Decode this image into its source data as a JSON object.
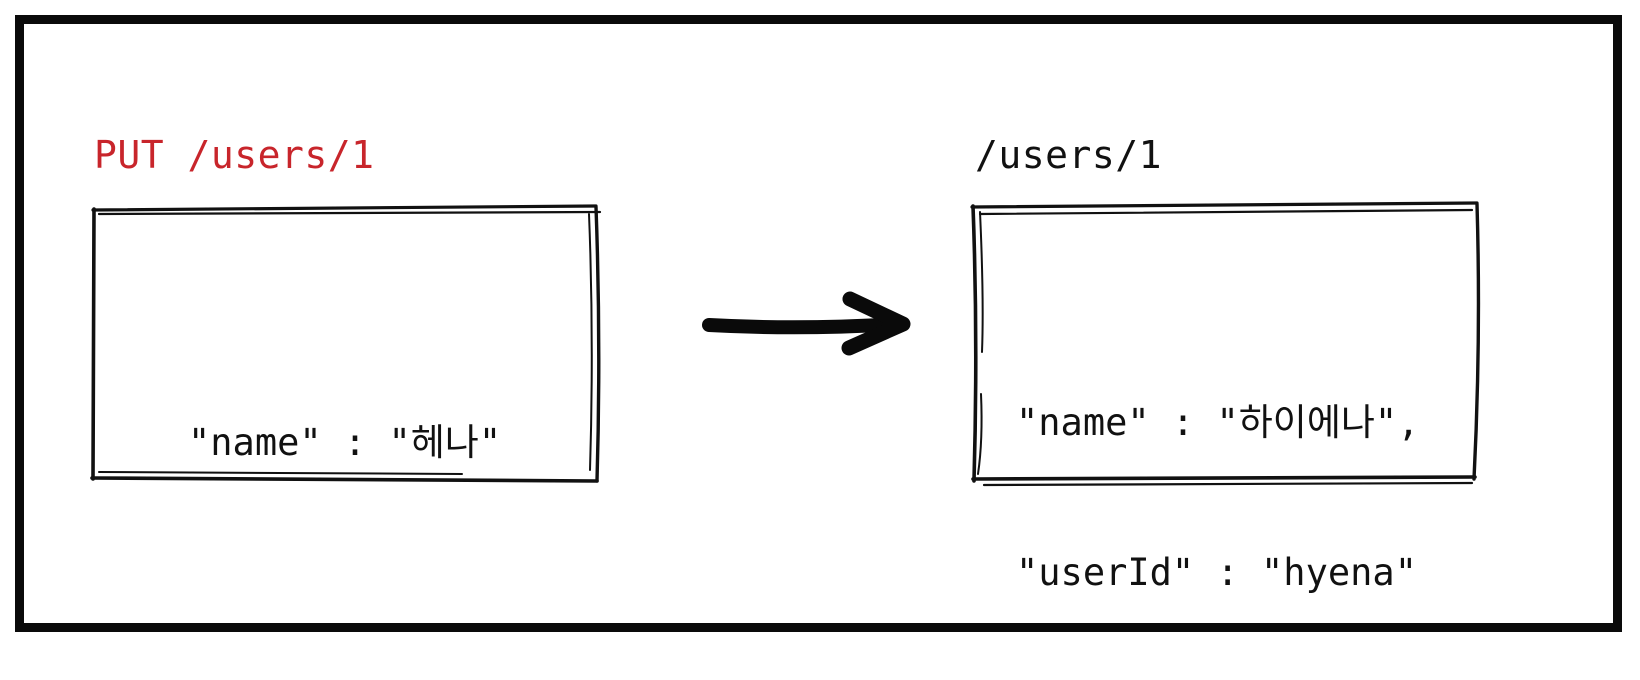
{
  "diagram": {
    "type": "http-request-response-illustration",
    "style": "hand-drawn-sketch",
    "colors": {
      "method_red": "#c8252b",
      "ink_black": "#0a0a0a",
      "background": "#ffffff"
    },
    "left": {
      "label": "PUT /users/1",
      "method": "PUT",
      "path": "/users/1",
      "payload_lines": [
        "\"name\" : \"헤나\""
      ]
    },
    "arrow": {
      "icon": "right-arrow-icon",
      "direction": "right"
    },
    "right": {
      "label": "/users/1",
      "path": "/users/1",
      "payload_lines": [
        "\"name\" : \"하이에나\",",
        "\"userId\" : \"hyena\""
      ]
    }
  }
}
